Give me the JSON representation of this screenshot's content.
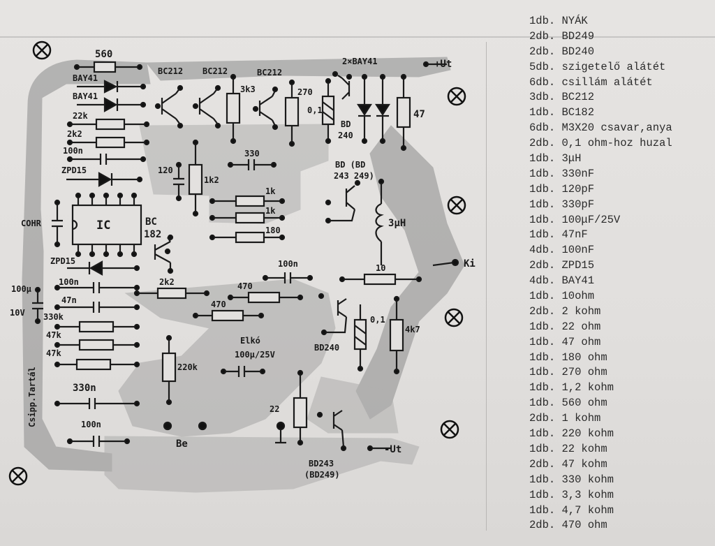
{
  "schematic": {
    "labels": {
      "r560": "560",
      "bay41_a": "BAY41",
      "bay41_b": "BAY41",
      "r22k": "22k",
      "r2k2_top": "2k2",
      "c100n_top": "100n",
      "zpd15_top": "ZPD15",
      "cohr": "COHR",
      "ic": "IC",
      "bc182": "BC\n182",
      "zpd15_bot": "ZPD15",
      "c100n_left": "100n",
      "c100u_left": "100μ\n10V",
      "c47n": "47n",
      "r330k": "330k",
      "r47k_a": "47k",
      "r47k_b": "47k",
      "c330n": "330n",
      "c100n_bottom": "100n",
      "vertical_label": "Csipp.Tartál",
      "bc212_1": "BC212",
      "bc212_2": "BC212",
      "bc212_3": "BC212",
      "r3k3": "3k3",
      "r270": "270",
      "r0_1_top": "0,1",
      "bd240_top": "BD\n240",
      "bay41_pair": "2×BAY41",
      "plus_ut": "+Ut",
      "r47": "47",
      "c330": "330",
      "c120": "120",
      "r1k2": "1k2",
      "r1k_a": "1k",
      "r1k_b": "1k",
      "r180": "180",
      "bd249": "BD (BD\n243  249)",
      "l3uh": "3μH",
      "c100n_mid": "100n",
      "r10": "10",
      "ki": "Ki",
      "r2k2_mid": "2k2",
      "r470_a": "470",
      "r470_b": "470",
      "r0_1_bot": "0,1",
      "r4k7": "4k7",
      "elko": "Elkó",
      "c100u_25v": "100μ/25V",
      "bd240_bot": "BD240",
      "r220k": "220k",
      "r22": "22",
      "be": "Be",
      "bd243": "BD243\n(BD249)",
      "minus_ut": "-Ut"
    }
  },
  "parts_list": [
    "1db. NYÁK",
    "2db. BD249",
    "2db. BD240",
    "5db. szigetelő alátét",
    "6db. csillám alátét",
    "3db. BC212",
    "1db. BC182",
    "6db. M3X20 csavar,anya",
    "2db. 0,1 ohm-hoz huzal",
    "1db. 3μH",
    "1db. 330nF",
    "1db. 120pF",
    "1db. 330pF",
    "1db. 100μF/25V",
    "1db. 47nF",
    "4db. 100nF",
    "2db. ZPD15",
    "4db. BAY41",
    "1db. 10ohm",
    "2db. 2 kohm",
    "1db. 22 ohm",
    "1db. 47 ohm",
    "1db. 180 ohm",
    "1db. 270 ohm",
    "1db. 1,2 kohm",
    "1db. 560 ohm",
    "2db. 1 kohm",
    "1db. 220 kohm",
    "1db. 22 kohm",
    "2db. 47 kohm",
    "1db. 330 kohm",
    "1db. 3,3 kohm",
    "1db. 4,7 kohm",
    "2db. 470 ohm"
  ]
}
